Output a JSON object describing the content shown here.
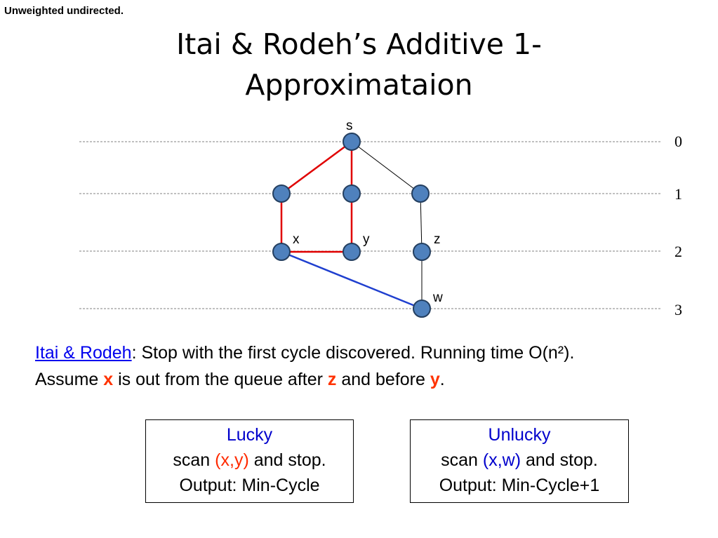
{
  "corner_note": "Unweighted undirected.",
  "title": {
    "line1": "Itai & Rodeh’s Additive 1-",
    "line2": "Approximataion"
  },
  "graph": {
    "levels": [
      "0",
      "1",
      "2",
      "3"
    ],
    "node_labels": {
      "s": "s",
      "x": "x",
      "y": "y",
      "z": "z",
      "w": "w"
    },
    "colors": {
      "node": "#4f81bd",
      "red_edge": "#e00000",
      "blue_edge": "#1f3fcf",
      "plain_edge": "#000000"
    }
  },
  "body": {
    "line1_link": "Itai & Rodeh",
    "line1_rest": ": Stop with the first cycle discovered. Running time O(n²).",
    "line2_pre": "Assume ",
    "line2_x": "x",
    "line2_mid": " is out from the queue after ",
    "line2_z": "z",
    "line2_mid2": " and before ",
    "line2_y": "y",
    "line2_end": "."
  },
  "boxes": {
    "lucky": {
      "title": "Lucky",
      "scan_pre": "scan ",
      "edge": "(x,y)",
      "scan_post": " and stop.",
      "output": "Output: Min-Cycle"
    },
    "unlucky": {
      "title": "Unlucky",
      "scan_pre": "scan ",
      "edge": "(x,w)",
      "scan_post": " and stop.",
      "output": "Output: Min-Cycle+1"
    }
  }
}
